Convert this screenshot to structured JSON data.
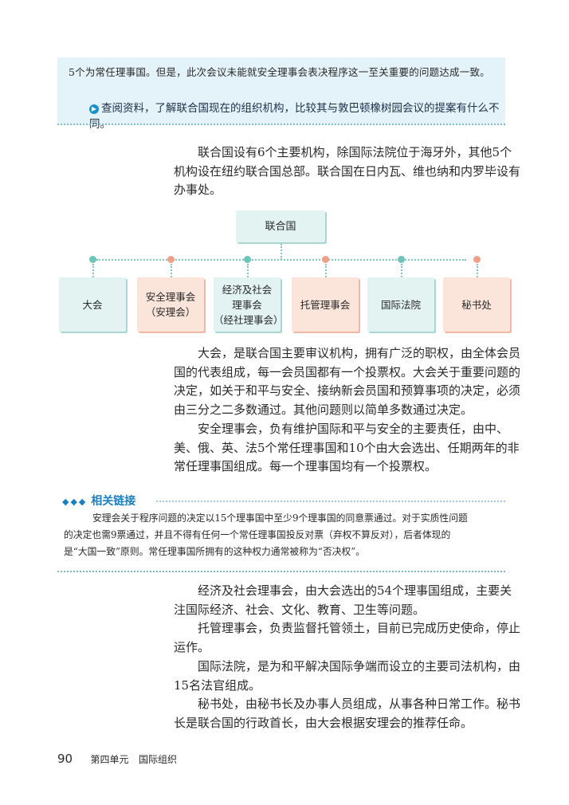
{
  "top_box": {
    "line": "5个为常任理事国。但是，此次会议未能就安全理事会表决程序这一至关重要的问题达成一致。",
    "activity_icon": "arrow-circle-icon",
    "activity": "查阅资料，了解联合国现在的组织机构，比较其与敦巴顿橡树园会议的提案有什么不同。"
  },
  "intro": [
    "联合国设有6个主要机构，除国际法院位于海牙外，其他5个",
    "机构设在纽约联合国总部。联合国在日内瓦、维也纳和内罗毕设有",
    "办事处。"
  ],
  "diagram": {
    "root": "联合国",
    "organs": [
      {
        "lines": [
          "大会"
        ],
        "color": "#e2f3f1"
      },
      {
        "lines": [
          "安全理事会",
          "（安理会）"
        ],
        "color": "#fbe4da"
      },
      {
        "lines": [
          "经济及社会",
          "理事会",
          "（经社理事会）"
        ],
        "color": "#e2f3f1"
      },
      {
        "lines": [
          "托管理事会"
        ],
        "color": "#fbe4da"
      },
      {
        "lines": [
          "国际法院"
        ],
        "color": "#e2f3f1"
      },
      {
        "lines": [
          "秘书处"
        ],
        "color": "#fbe4da"
      }
    ]
  },
  "body1": [
    "大会，是联合国主要审议机构，拥有广泛的职权，由全体会员",
    "国的代表组成，每一会员国都有一个投票权。大会关于重要问题的",
    "决定，如关于和平与安全、接纳新会员国和预算事项的决定，必须",
    "由三分之二多数通过。其他问题则以简单多数通过决定。",
    "安全理事会，负有维护国际和平与安全的主要责任，由中、",
    "美、俄、英、法5个常任理事国和10个由大会选出、任期两年的非",
    "常任理事国组成。每一个理事国均有一个投票权。"
  ],
  "related": {
    "heading": "相关链接",
    "lines": [
      "安理会关于程序问题的决定以15个理事国中至少9个理事国的同意票通过。对于实质性问题",
      "的决定也需9票通过，并且不得有任何一个常任理事国投反对票（弃权不算反对），后者体现的",
      "是“大国一致”原则。常任理事国所拥有的这种权力通常被称为“否决权”。"
    ]
  },
  "body2": [
    "经济及社会理事会，由大会选出的54个理事国组成，主要关",
    "注国际经济、社会、文化、教育、卫生等问题。",
    "托管理事会，负责监督托管领土，目前已完成历史使命，停止",
    "运作。",
    "国际法院，是为和平解决国际争端而设立的主要司法机构，由",
    "15名法官组成。",
    "秘书处，由秘书长及办事人员组成，从事各种日常工作。秘书",
    "长是联合国的行政首长，由大会根据安理会的推荐任命。"
  ],
  "footer": {
    "page": "90",
    "unit": "第四单元",
    "title": "国际组织"
  },
  "colors": {
    "teal": "#6cc5b9",
    "salmon": "#f0a088",
    "blue": "#1b7fc0"
  }
}
